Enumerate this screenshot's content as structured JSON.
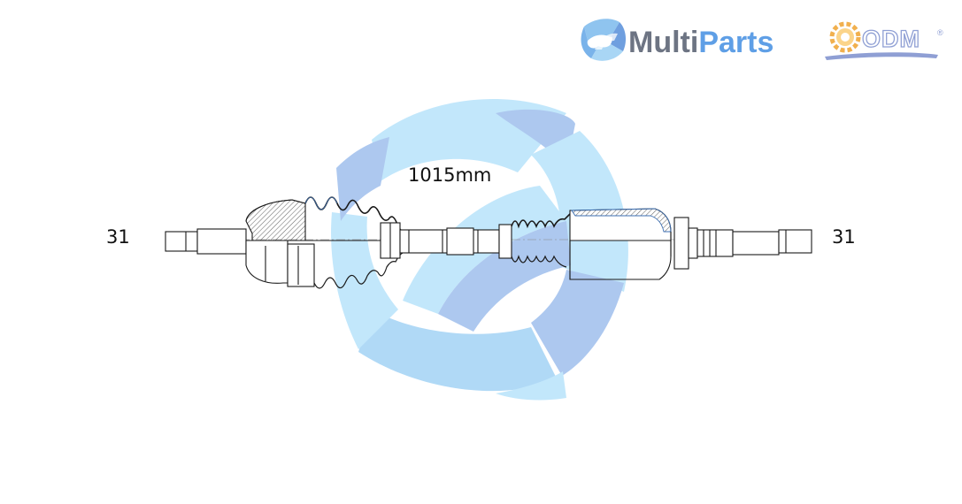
{
  "brand": {
    "name_part1": "Multi",
    "name_part2": "Parts",
    "name_part1_color": "#6d7483",
    "name_part2_color": "#5f9fe6",
    "secondary_logo_text": "ODM",
    "registered_mark": "®"
  },
  "diagram": {
    "length_label": "1015mm",
    "left_spline_count": "31",
    "right_spline_count": "31"
  },
  "colors": {
    "watermark_light": "#bfe6fb",
    "watermark_mid": "#acd7f6",
    "watermark_dark": "#a9c6ef",
    "line": "#1a1a1a",
    "hatch": "#606060",
    "boot_blue": "#3c6fb3",
    "odm_gear": "#f1b04e",
    "odm_text_outline": "#8f9fd4"
  }
}
